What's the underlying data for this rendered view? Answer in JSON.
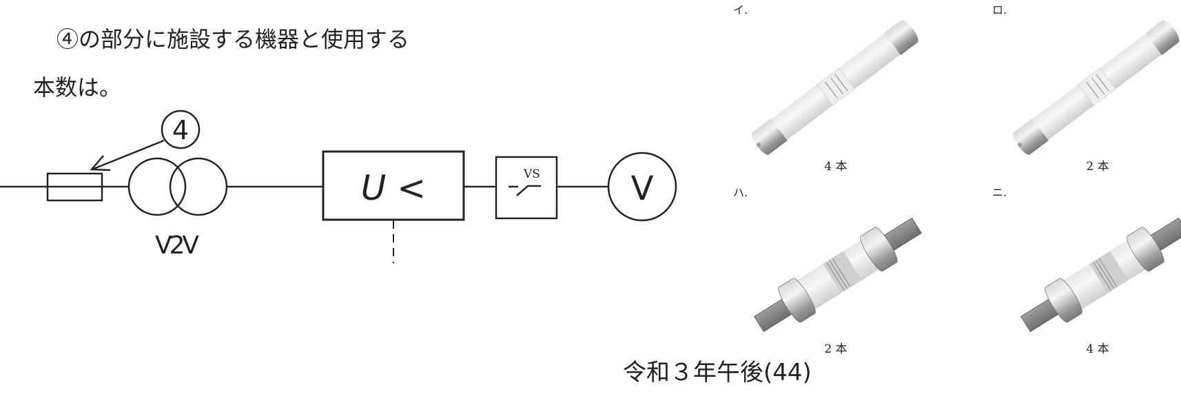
{
  "question": {
    "line1": "④の部分に施設する機器と使用する",
    "line2": "本数は。"
  },
  "diagram": {
    "marker_label": "4",
    "transformer_label": "V2V",
    "relay_label": "U <",
    "switch_label": "VS",
    "meter_label": "V"
  },
  "choices": [
    {
      "label": "イ.",
      "count": "4 本",
      "type": "cartridge-fuse"
    },
    {
      "label": "ロ.",
      "count": "2 本",
      "type": "cartridge-fuse"
    },
    {
      "label": "ハ.",
      "count": "2 本",
      "type": "blade-fuse"
    },
    {
      "label": "ニ.",
      "count": "4 本",
      "type": "blade-fuse"
    }
  ],
  "footer": {
    "source": "令和３年午後(44)"
  }
}
